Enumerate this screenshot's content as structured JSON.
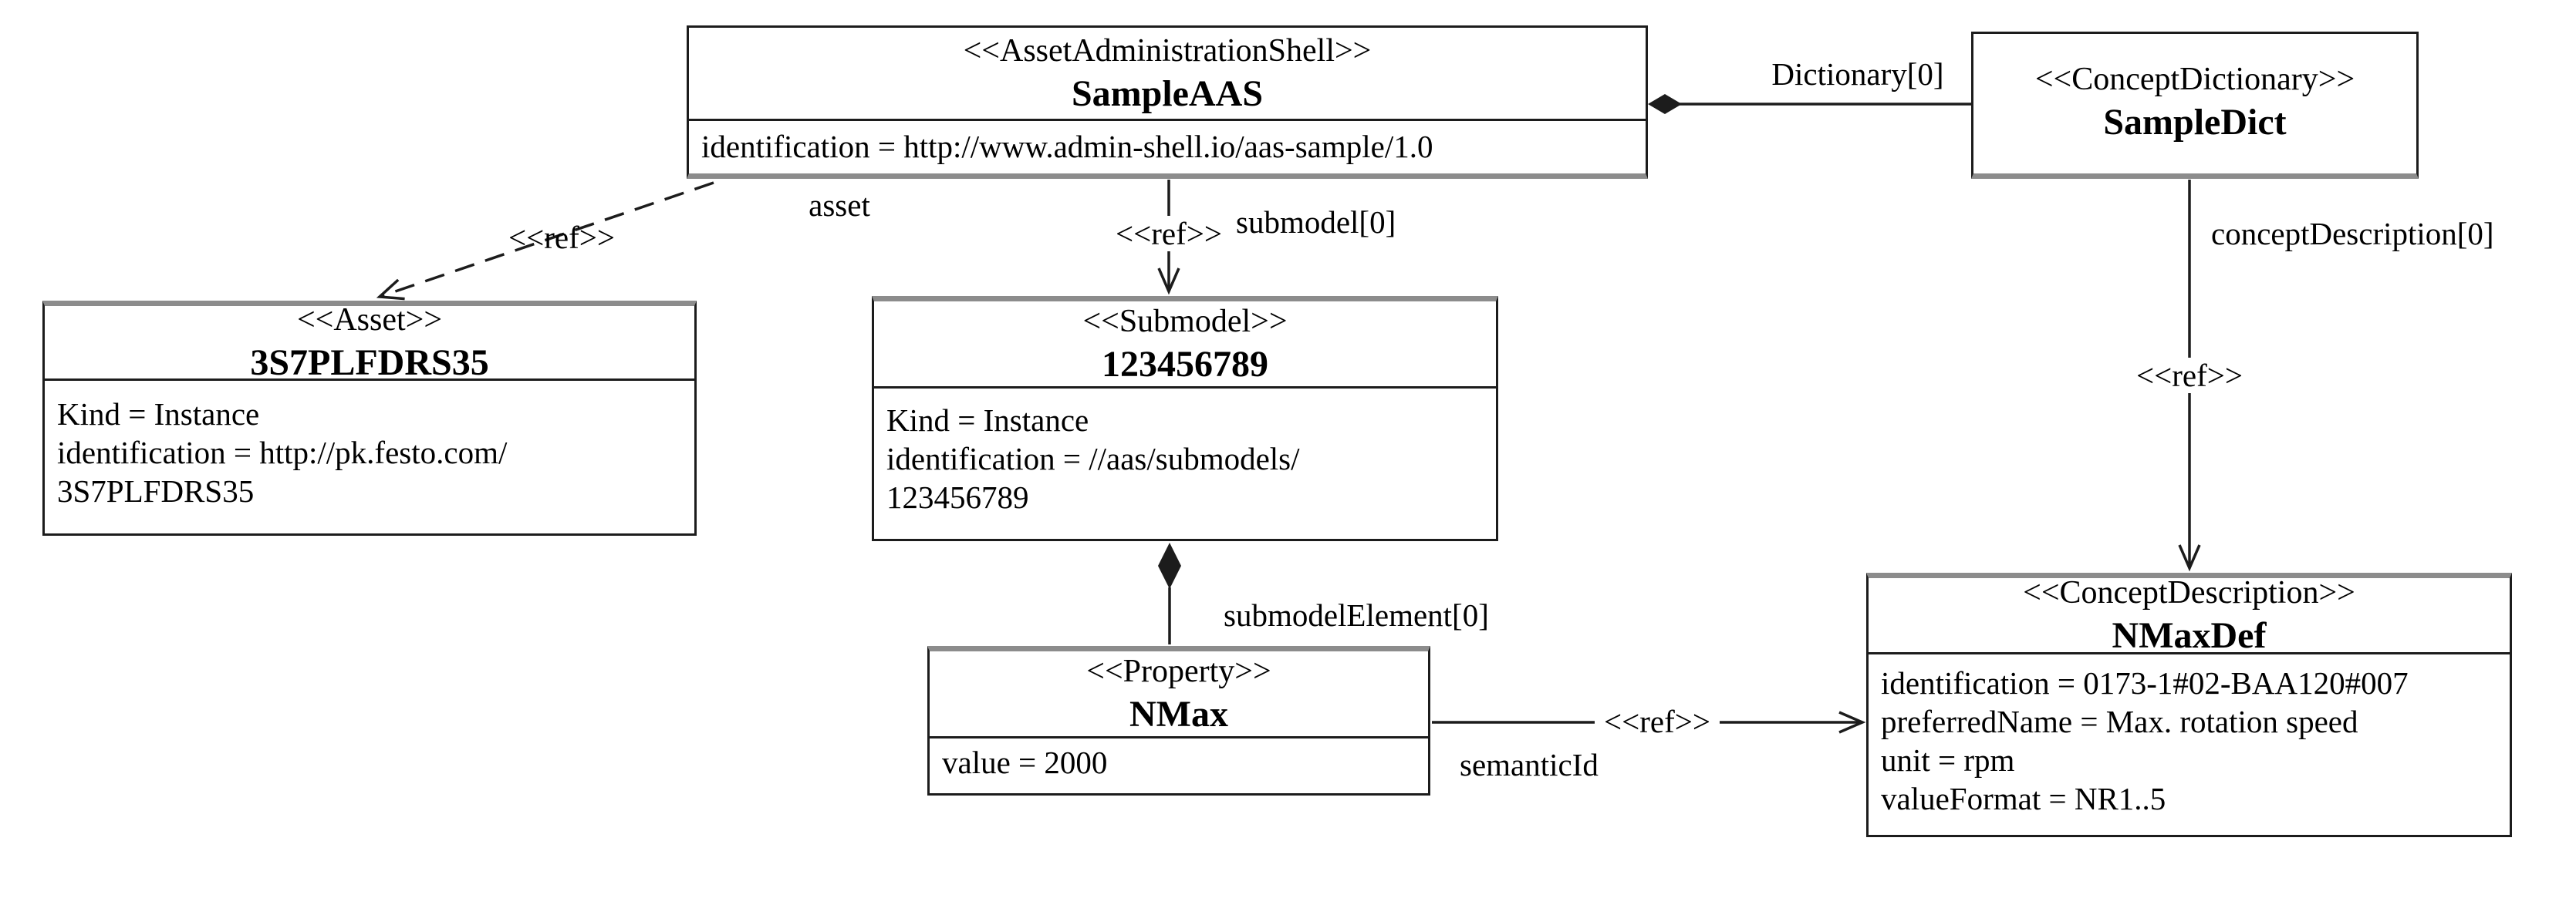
{
  "nodes": {
    "sample_aas": {
      "stereotype": "<<AssetAdministrationShell>>",
      "name": "SampleAAS",
      "attributes": [
        "identification = http://www.admin-shell.io/aas-sample/1.0"
      ]
    },
    "sample_dict": {
      "stereotype": "<<ConceptDictionary>>",
      "name": "SampleDict"
    },
    "asset": {
      "stereotype": "<<Asset>>",
      "name": "3S7PLFDRS35",
      "attributes": [
        "Kind = Instance",
        "identification = http://pk.festo.com/",
        "3S7PLFDRS35"
      ]
    },
    "submodel": {
      "stereotype": "<<Submodel>>",
      "name": "123456789",
      "attributes": [
        "Kind = Instance",
        "identification = //aas/submodels/",
        "123456789"
      ]
    },
    "property": {
      "stereotype": "<<Property>>",
      "name": "NMax",
      "attributes": [
        "value = 2000"
      ]
    },
    "concept_description": {
      "stereotype": "<<ConceptDescription>>",
      "name": "NMaxDef",
      "attributes": [
        "identification = 0173-1#02-BAA120#007",
        "preferredName = Max. rotation speed",
        "unit = rpm",
        "valueFormat = NR1..5"
      ]
    }
  },
  "edges": {
    "asset_ref": {
      "stereotype": "<<ref>>",
      "role": "asset"
    },
    "submodel_ref": {
      "stereotype": "<<ref>>",
      "role": "submodel[0]"
    },
    "dictionary": {
      "role": "Dictionary[0]"
    },
    "concept_description_ref": {
      "stereotype": "<<ref>>",
      "role": "conceptDescription[0]"
    },
    "submodel_element": {
      "role": "submodelElement[0]"
    },
    "semantic_id": {
      "stereotype": "<<ref>>",
      "role": "semanticId"
    }
  },
  "colors": {
    "line": "#000000",
    "background": "#ffffff",
    "shadow": "#8c8c8c"
  }
}
